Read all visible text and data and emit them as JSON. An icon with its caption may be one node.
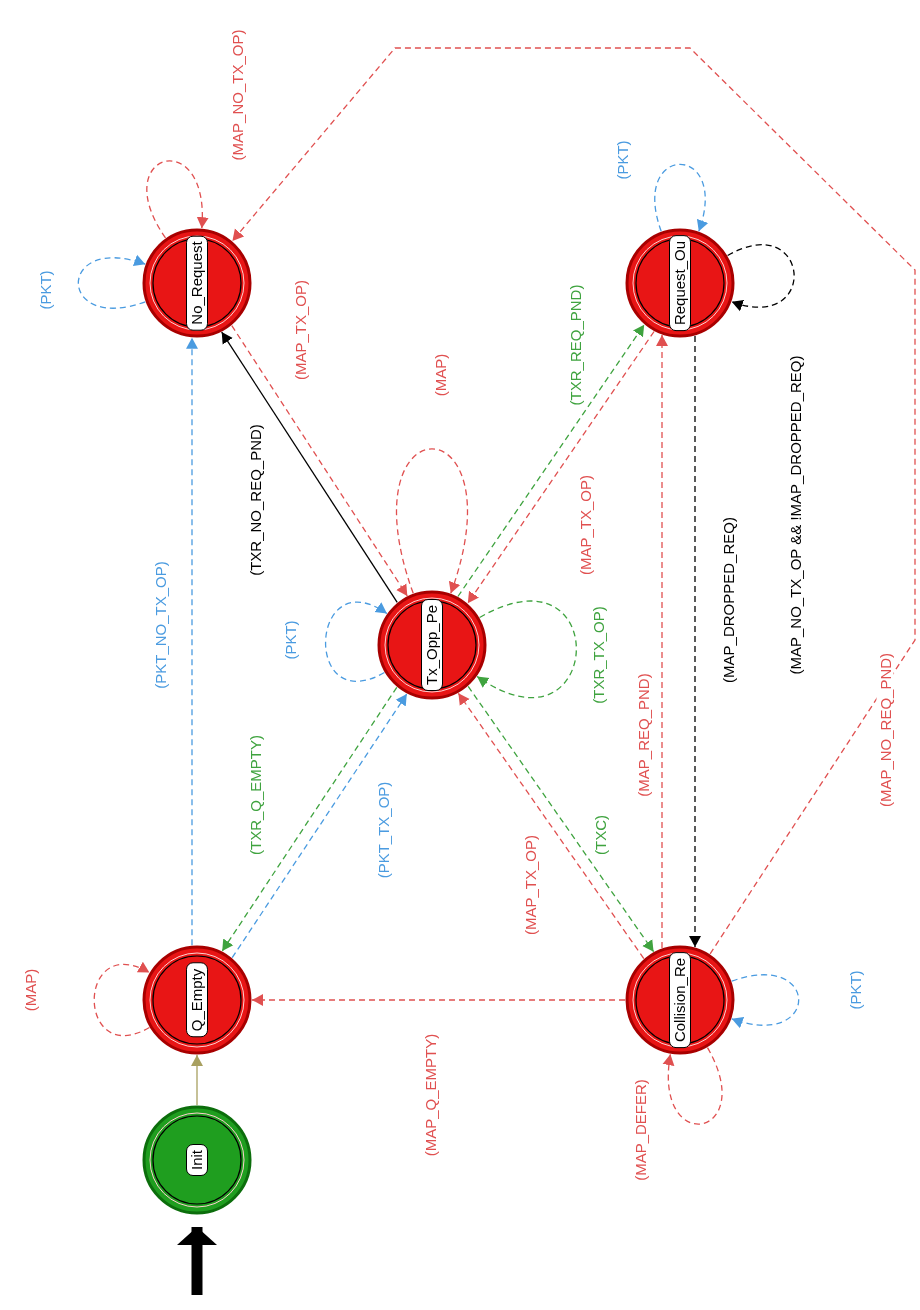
{
  "diagram": {
    "nodes": [
      {
        "text": [
          "Init"
        ]
      },
      {
        "text": [
          "Q_Empty"
        ]
      },
      {
        "text": [
          "No_Request"
        ]
      },
      {
        "text": [
          "Tx_Opp_Pe"
        ]
      },
      {
        "text": [
          "Request_Ou"
        ]
      },
      {
        "text": [
          "Collision_Re"
        ]
      }
    ],
    "edges": [
      {
        "from": null,
        "to": 0,
        "arrow": "to",
        "style": "thick",
        "color": "#000000"
      },
      {
        "from": 0,
        "to": 1,
        "arrow": "to",
        "color": "#a8a060"
      },
      {
        "from": 1,
        "to": 1,
        "label": "(MAP)",
        "arrow": "to",
        "style": "dashed"
      },
      {
        "from": 1,
        "to": 2,
        "label": "(PKT_NO_TX_OP)",
        "arrow": "to",
        "style": "dashed",
        "color": "#4a9be0"
      },
      {
        "from": 1,
        "to": 3,
        "label": "(PKT_TX_OP)",
        "arrow": "to",
        "style": "dashed",
        "color": "#4a9be0"
      },
      {
        "from": 3,
        "to": 1,
        "label": "(TXR_Q_EMPTY)",
        "arrow": "to",
        "style": "dashed",
        "color": "#3fa33f"
      },
      {
        "from": 2,
        "to": 2,
        "label": "(PKT)",
        "arrow": "to",
        "style": "dashed",
        "color": "#4a9be0"
      },
      {
        "from": 2,
        "to": 2,
        "label": "(MAP_NO_TX_OP)",
        "arrow": "to",
        "style": "dashed"
      },
      {
        "from": 2,
        "to": 3,
        "label": "(MAP_TX_OP)",
        "arrow": "to",
        "style": "dashed"
      },
      {
        "from": 3,
        "to": 2,
        "label": "(TXR_NO_REQ_PND)",
        "arrow": "to",
        "color": "#000000"
      },
      {
        "from": 3,
        "to": 3,
        "label": "(MAP)",
        "arrow": "to",
        "style": "dashed"
      },
      {
        "from": 3,
        "to": 3,
        "label": "(PKT)",
        "arrow": "to",
        "style": "dashed",
        "color": "#4a9be0"
      },
      {
        "from": 3,
        "to": 3,
        "label": "(TXR_TX_OP)",
        "arrow": "to",
        "style": "dashed",
        "color": "#3fa33f"
      },
      {
        "from": 3,
        "to": 4,
        "label": "(TXR_REQ_PND)",
        "arrow": "to",
        "style": "dashed",
        "color": "#3fa33f"
      },
      {
        "from": 4,
        "to": 3,
        "label": "(MAP_TX_OP)",
        "arrow": "to",
        "style": "dashed"
      },
      {
        "from": 4,
        "to": 4,
        "label": "(PKT)",
        "arrow": "to",
        "style": "dashed",
        "color": "#4a9be0"
      },
      {
        "from": 4,
        "to": 4,
        "label": "(MAP_NO_TX_OP && !MAP_DROPPED_REQ)",
        "arrow": "to",
        "style": "dashed",
        "color": "#000000"
      },
      {
        "from": 4,
        "to": 5,
        "label": "(MAP_DROPPED_REQ)",
        "arrow": "to",
        "style": "dashed",
        "color": "#000000"
      },
      {
        "from": 5,
        "to": 4,
        "label": "(MAP_REQ_PND)",
        "arrow": "to",
        "style": "dashed"
      },
      {
        "from": 3,
        "to": 5,
        "label": "(TXC)",
        "arrow": "to",
        "style": "dashed",
        "color": "#3fa33f"
      },
      {
        "from": 5,
        "to": 3,
        "label": "(MAP_TX_OP)",
        "arrow": "to",
        "style": "dashed"
      },
      {
        "from": 5,
        "to": 1,
        "label": "(MAP_Q_EMPTY)",
        "arrow": "to",
        "style": "dashed"
      },
      {
        "from": 5,
        "to": 5,
        "label": "(PKT)",
        "arrow": "to",
        "style": "dashed",
        "color": "#4a9be0"
      },
      {
        "from": 5,
        "to": 5,
        "label": "(MAP_DEFER)",
        "arrow": "to",
        "style": "dashed"
      },
      {
        "from": 5,
        "to": 2,
        "label": "(MAP_NO_REQ_PND)",
        "arrow": "to",
        "style": "dashed"
      }
    ]
  }
}
